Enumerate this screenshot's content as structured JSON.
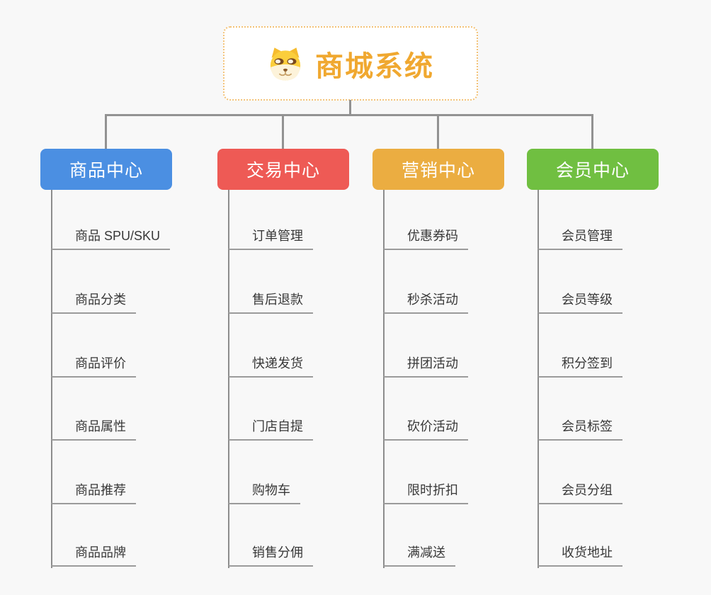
{
  "root": {
    "title": "商城系统",
    "icon": "doge-icon",
    "accent_color": "#f0a830",
    "border_color": "#f3c277"
  },
  "connector_color": "#929292",
  "background_color": "#f8f8f8",
  "branches": [
    {
      "label": "商品中心",
      "color": "#4b8fe2",
      "items": [
        "商品 SPU/SKU",
        "商品分类",
        "商品评价",
        "商品属性",
        "商品推荐",
        "商品品牌"
      ]
    },
    {
      "label": "交易中心",
      "color": "#ee5a55",
      "items": [
        "订单管理",
        "售后退款",
        "快递发货",
        "门店自提",
        "购物车",
        "销售分佣"
      ]
    },
    {
      "label": "营销中心",
      "color": "#ebad41",
      "items": [
        "优惠券码",
        "秒杀活动",
        "拼团活动",
        "砍价活动",
        "限时折扣",
        "满减送"
      ]
    },
    {
      "label": "会员中心",
      "color": "#70bf41",
      "items": [
        "会员管理",
        "会员等级",
        "积分签到",
        "会员标签",
        "会员分组",
        "收货地址"
      ]
    }
  ]
}
